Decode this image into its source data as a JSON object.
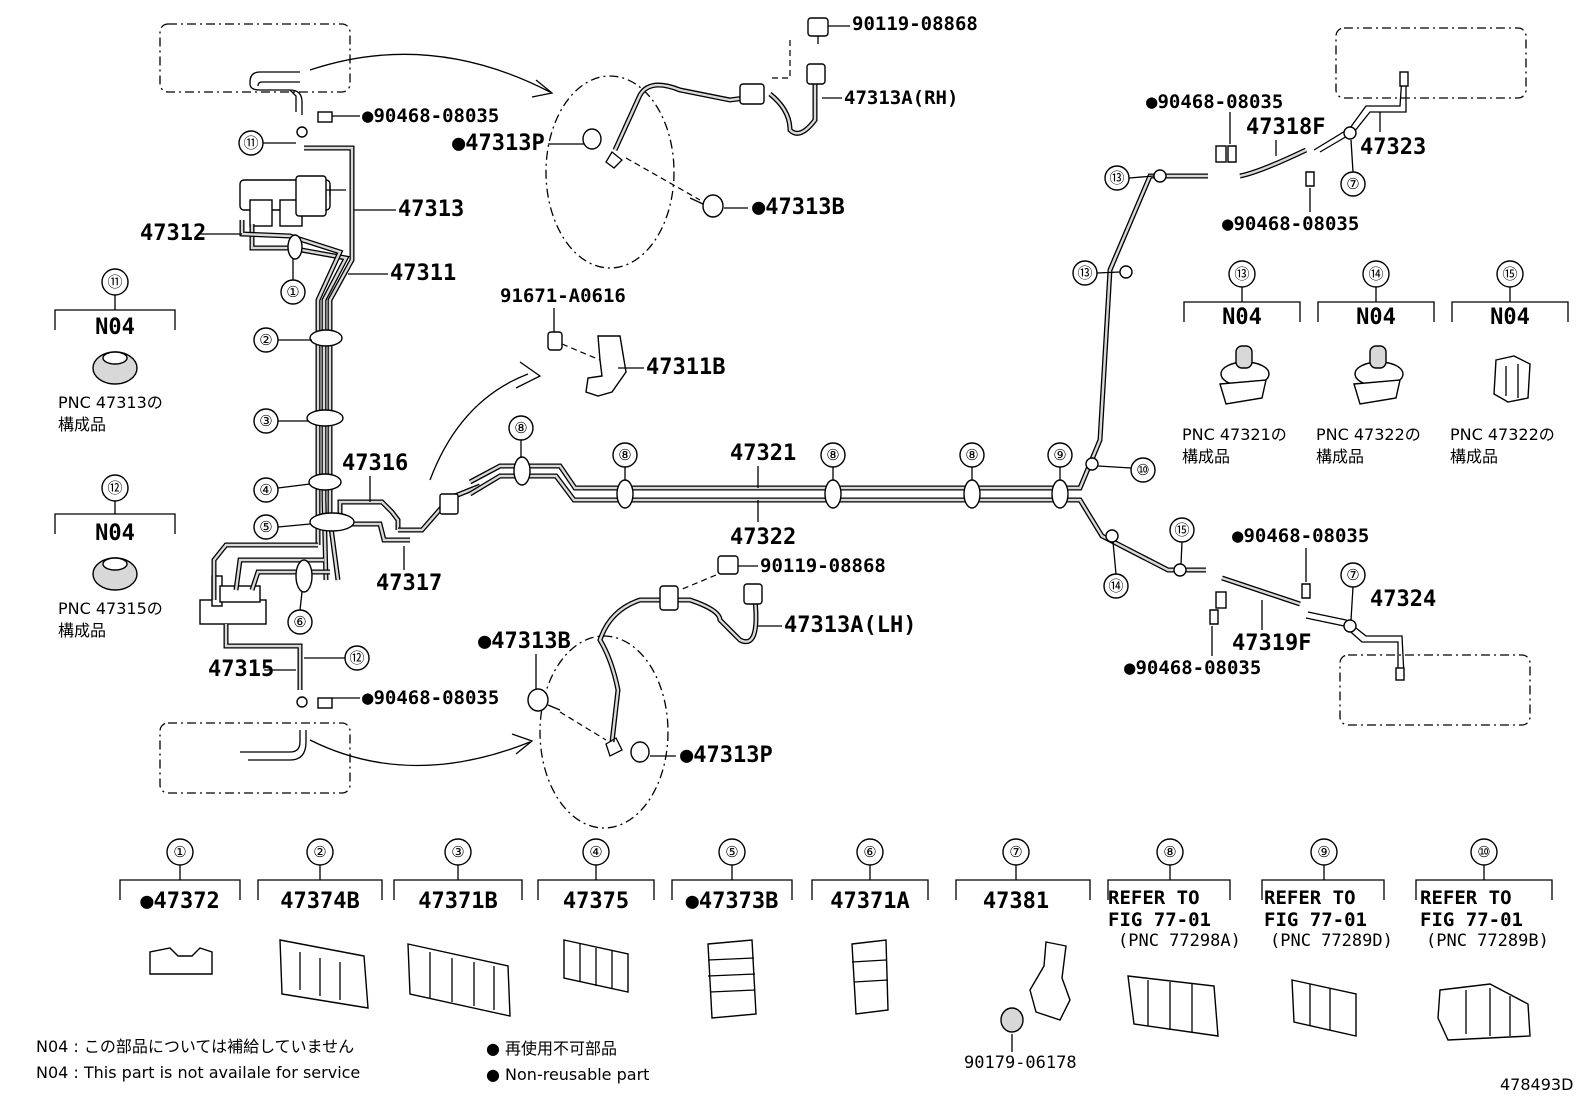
{
  "diagram_id": "478493D",
  "parts": {
    "p90119a": "90119-08868",
    "p47313a_rh": "47313A(RH)",
    "p47313p_top": "●47313P",
    "p47313b_top": "●47313B",
    "p90468_tl": "●90468-08035",
    "p47313": "47313",
    "p47312": "47312",
    "p47311": "47311",
    "p91671": "91671-A0616",
    "p47311b": "47311B",
    "p47316": "47316",
    "p47317": "47317",
    "p47315": "47315",
    "p90468_bl": "●90468-08035",
    "p90119b": "90119-08868",
    "p47313a_lh": "47313A(LH)",
    "p47313b_bot": "●47313B",
    "p47313p_bot": "●47313P",
    "p47321": "47321",
    "p47322": "47322",
    "p90468_tr": "●90468-08035",
    "p47318f": "47318F",
    "p47323": "47323",
    "p90468_tr2": "●90468-08035",
    "p90468_br": "●90468-08035",
    "p47324": "47324",
    "p47319f": "47319F",
    "p90468_br2": "●90468-08035"
  },
  "callouts": {
    "c1": "①",
    "c2": "②",
    "c3": "③",
    "c4": "④",
    "c5": "⑤",
    "c6": "⑥",
    "c7": "⑦",
    "c8": "⑧",
    "c9": "⑨",
    "c10": "⑩",
    "c11": "⑪",
    "c12": "⑫",
    "c13": "⑬",
    "c14": "⑭",
    "c15": "⑮"
  },
  "insets_left": [
    {
      "num": "⑪",
      "code": "N04",
      "pnc": "PNC 47313の",
      "sub": "構成品"
    },
    {
      "num": "⑫",
      "code": "N04",
      "pnc": "PNC 47315の",
      "sub": "構成品"
    }
  ],
  "insets_right": [
    {
      "num": "⑬",
      "code": "N04",
      "pnc": "PNC 47321の",
      "sub": "構成品"
    },
    {
      "num": "⑭",
      "code": "N04",
      "pnc": "PNC 47322の",
      "sub": "構成品"
    },
    {
      "num": "⑮",
      "code": "N04",
      "pnc": "PNC 47322の",
      "sub": "構成品"
    }
  ],
  "clamps": [
    {
      "num": "①",
      "part": "●47372"
    },
    {
      "num": "②",
      "part": "47374B"
    },
    {
      "num": "③",
      "part": "47371B"
    },
    {
      "num": "④",
      "part": "47375"
    },
    {
      "num": "⑤",
      "part": "●47373B"
    },
    {
      "num": "⑥",
      "part": "47371A"
    },
    {
      "num": "⑦",
      "part": "47381",
      "extra": "90179-06178"
    },
    {
      "num": "⑧",
      "ref1": "REFER TO",
      "ref2": "FIG 77-01",
      "ref3": "(PNC 77298A)"
    },
    {
      "num": "⑨",
      "ref1": "REFER TO",
      "ref2": "FIG 77-01",
      "ref3": "(PNC 77289D)"
    },
    {
      "num": "⑩",
      "ref1": "REFER TO",
      "ref2": "FIG 77-01",
      "ref3": "(PNC 77289B)"
    }
  ],
  "notes": {
    "n04_jp": "N04 : この部品については補給していません",
    "n04_en": "N04 :  This part is not availale for service",
    "nr_jp": "● 再使用不可部品",
    "nr_en": "● Non-reusable part"
  }
}
